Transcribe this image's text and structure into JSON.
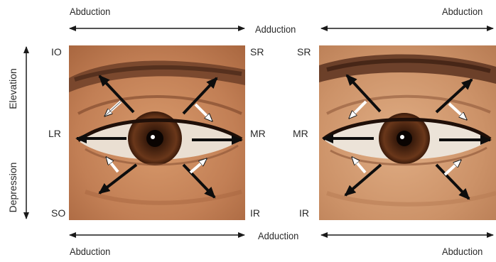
{
  "labels": {
    "abduction_top_left": "Abduction",
    "abduction_top_right": "Abduction",
    "adduction_top": "Adduction",
    "adduction_bottom": "Adduction",
    "abduction_bottom_left": "Abduction",
    "abduction_bottom_right": "Abduction",
    "elevation": "Elevation",
    "depression": "Depression"
  },
  "right_eye_muscles": {
    "top_left": "IO",
    "top_right": "SR",
    "middle_left": "LR",
    "middle_right": "MR",
    "bottom_left": "SO",
    "bottom_right": "IR"
  },
  "left_eye_muscles": {
    "top_left": "SR",
    "middle_left": "MR",
    "bottom_left": "IR"
  },
  "colors": {
    "skin": "#c98a5e",
    "skin_dark": "#8a5336",
    "iris": "#5a2e18",
    "sclera": "#efe6dc",
    "arrow_black": "#0d0d0d",
    "arrow_white": "#ffffff",
    "text": "#2a2a2a"
  }
}
